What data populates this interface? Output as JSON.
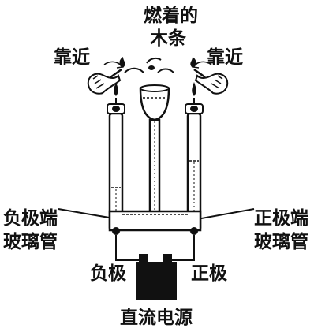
{
  "labels": {
    "burning_stick_line1": "燃着的",
    "burning_stick_line2": "木条",
    "approach_left": "靠近",
    "approach_right": "靠近",
    "negative_tube_line1": "负极端",
    "negative_tube_line2": "玻璃管",
    "positive_tube_line1": "正极端",
    "positive_tube_line2": "玻璃管",
    "negative_electrode": "负极",
    "positive_electrode": "正极",
    "power_source": "直流电源"
  },
  "colors": {
    "ink": "#111111",
    "background": "#ffffff"
  },
  "icons": {
    "left_hand": "hand-holding-stick-icon",
    "right_hand": "hand-holding-stick-icon",
    "flame": "flame-icon"
  }
}
